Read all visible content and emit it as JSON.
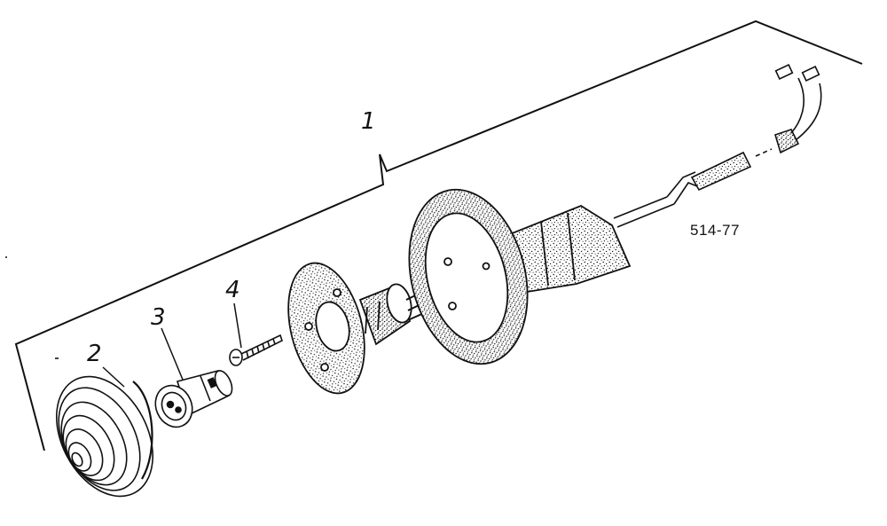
{
  "figure": {
    "reference": "514-77",
    "callouts": {
      "assembly": "1",
      "lens": "2",
      "bulb": "3",
      "screw": "4"
    }
  },
  "colors": {
    "ink": "#111111",
    "paper": "#ffffff"
  }
}
